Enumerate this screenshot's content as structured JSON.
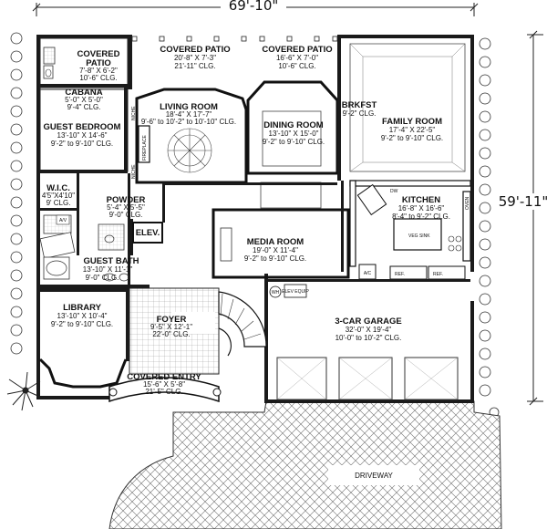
{
  "dimensions": {
    "width": "69'-10\"",
    "depth": "59'-11\""
  },
  "rooms": {
    "covered_patio_left": {
      "name": "COVERED\nPATIO",
      "size": "7'-8\" X 6'-2\"",
      "ceiling": "10'-6\" CLG."
    },
    "covered_patio_center": {
      "name": "COVERED PATIO",
      "size": "20'-8\" X 7'-3\"",
      "ceiling": "21'-11\" CLG."
    },
    "covered_patio_right": {
      "name": "COVERED PATIO",
      "size": "16'-6\" X 7'-0\"",
      "ceiling": "10'-6\" CLG."
    },
    "cabana": {
      "name": "CABANA",
      "size": "5'-0\" X 5'-0\"",
      "ceiling": "9'-4\" CLG."
    },
    "guest_bedroom": {
      "name": "GUEST BEDROOM",
      "size": "13'-10\" X 14'-6\"",
      "ceiling": "9'-2\" to 9'-10\" CLG."
    },
    "living_room": {
      "name": "LIVING ROOM",
      "size": "18'-4\" X 17'-7\"",
      "ceiling": "9'-6\" to 10'-2\" to 10'-10\" CLG."
    },
    "dining_room": {
      "name": "DINING ROOM",
      "size": "13'-10\" X 15'-0\"",
      "ceiling": "9'-2\" to 9'-10\" CLG."
    },
    "breakfast": {
      "name": "BRKFST",
      "ceiling": "9'-2\" CLG."
    },
    "family_room": {
      "name": "FAMILY ROOM",
      "size": "17'-4\" X 22'-5\"",
      "ceiling": "9'-2\" to 9'-10\" CLG."
    },
    "wic": {
      "name": "W.I.C.",
      "size": "4'5\"X4'10\"",
      "ceiling": "9' CLG."
    },
    "powder": {
      "name": "POWDER",
      "size": "5'-4\" X 5'-5\"",
      "ceiling": "9'-0\" CLG."
    },
    "elevator": {
      "name": "ELEV."
    },
    "kitchen": {
      "name": "KITCHEN",
      "size": "16'-8\" X 16'-6\"",
      "ceiling": "8'-4\" to 9'-2\" CLG."
    },
    "media_room": {
      "name": "MEDIA ROOM",
      "size": "19'-0\" X 11'-4\"",
      "ceiling": "9'-2\" to 9'-10\" CLG."
    },
    "guest_bath": {
      "name": "GUEST BATH",
      "size": "13'-10\" X 11'-1\"",
      "ceiling": "9'-0\" CLG."
    },
    "library": {
      "name": "LIBRARY",
      "size": "13'-10\" X 10'-4\"",
      "ceiling": "9'-2\" to 9'-10\" CLG."
    },
    "foyer": {
      "name": "FOYER",
      "size": "9'-5\" X 12'-1\"",
      "ceiling": "22'-0\" CLG."
    },
    "garage": {
      "name": "3-CAR GARAGE",
      "size": "32'-0\" X 19'-4\"",
      "ceiling": "10'-0\" to 10'-2\" CLG."
    },
    "covered_entry": {
      "name": "COVERED ENTRY",
      "size": "15'-6\" X 5'-8\"",
      "ceiling": "21'-5\" CLG."
    },
    "driveway": {
      "name": "DRIVEWAY"
    }
  },
  "fixtures": {
    "niche": "NICHE",
    "fireplace": "FIREPLACE",
    "dw": "DW",
    "oven": "OVEN",
    "veg_sink": "VEG SINK",
    "ref": "REF.",
    "ac_unit": "A/C",
    "wh": "WH",
    "elev_equip": "ELEV EQUIP",
    "av": "A/V"
  }
}
